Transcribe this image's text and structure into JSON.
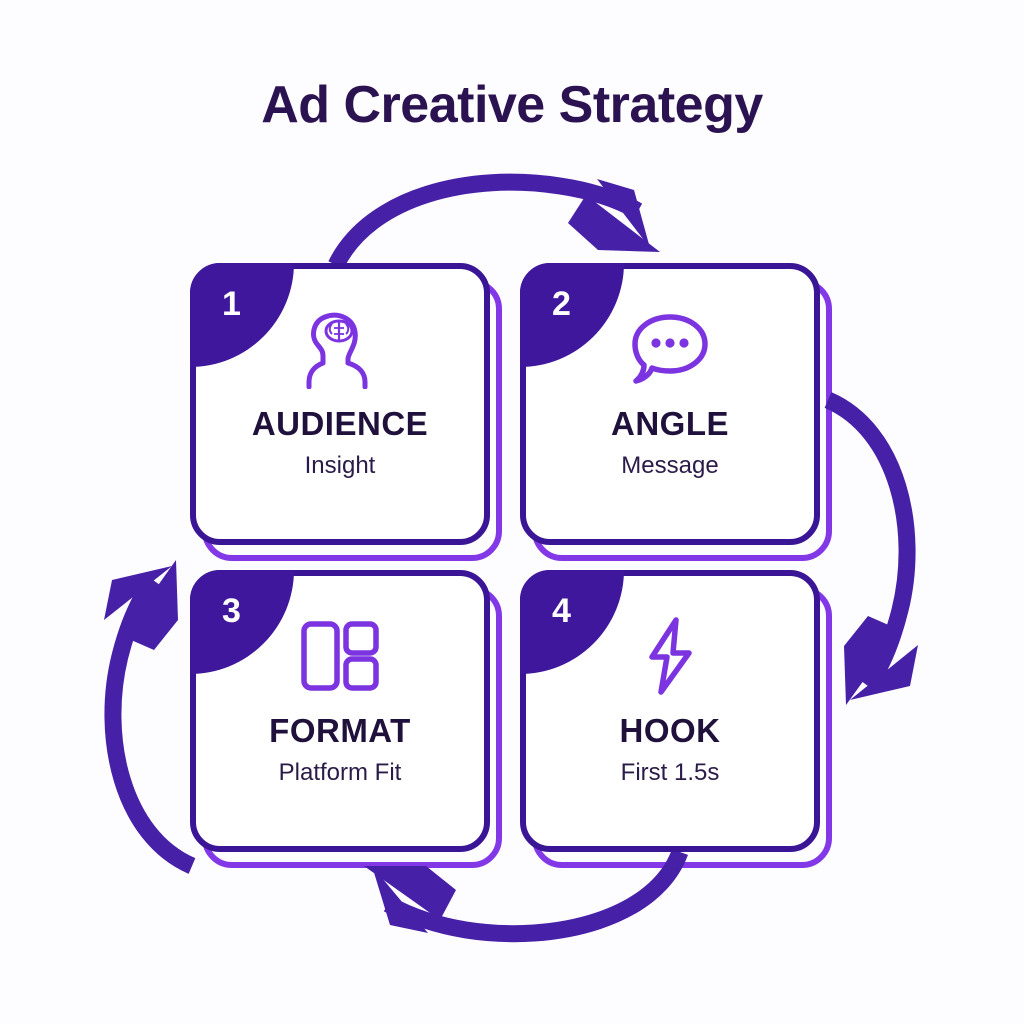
{
  "title": "Ad Creative Strategy",
  "colors": {
    "background": "#fdfcff",
    "title_text": "#2b1250",
    "card_border_dark": "#3a1596",
    "card_border_light": "#8338e8",
    "badge_fill": "#3f179c",
    "badge_text": "#ffffff",
    "icon_stroke": "#7b34e0",
    "arrow": "#4720a8",
    "card_title_text": "#20103c",
    "card_sub_text": "#2a1b48",
    "card_fill": "#ffffff"
  },
  "cards": [
    {
      "number": "1",
      "title": "AUDIENCE",
      "subtitle": "Insight",
      "icon": "head-brain-icon"
    },
    {
      "number": "2",
      "title": "ANGLE",
      "subtitle": "Message",
      "icon": "speech-bubble-icon"
    },
    {
      "number": "3",
      "title": "FORMAT",
      "subtitle": "Platform Fit",
      "icon": "layout-grid-icon"
    },
    {
      "number": "4",
      "title": "HOOK",
      "subtitle": "First 1.5s",
      "icon": "lightning-bolt-icon"
    }
  ],
  "arrows": [
    {
      "name": "arrow-audience-to-angle",
      "from": "1",
      "to": "2",
      "direction": "top-left-to-right"
    },
    {
      "name": "arrow-angle-to-hook",
      "from": "2",
      "to": "4",
      "direction": "right-top-to-bottom"
    },
    {
      "name": "arrow-hook-to-format",
      "from": "4",
      "to": "3",
      "direction": "bottom-right-to-left"
    },
    {
      "name": "arrow-format-to-audience",
      "from": "3",
      "to": "1",
      "direction": "left-bottom-to-top"
    }
  ]
}
